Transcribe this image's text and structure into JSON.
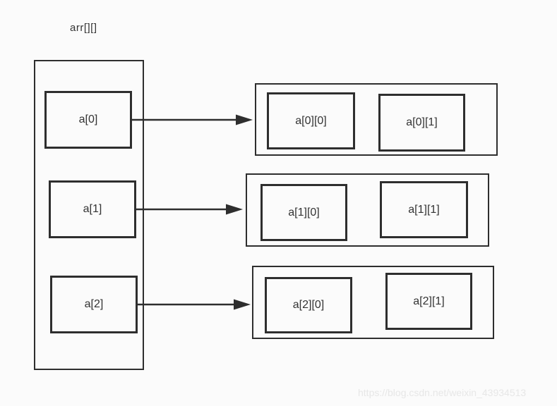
{
  "diagram": {
    "title": "arr[][]",
    "pointer_array": {
      "items": [
        {
          "label": "a[0]"
        },
        {
          "label": "a[1]"
        },
        {
          "label": "a[2]"
        }
      ]
    },
    "rows": [
      {
        "cells": [
          "a[0][0]",
          "a[0][1]"
        ]
      },
      {
        "cells": [
          "a[1][0]",
          "a[1][1]"
        ]
      },
      {
        "cells": [
          "a[2][0]",
          "a[2][1]"
        ]
      }
    ],
    "watermark": "https://blog.csdn.net/weixin_43934513",
    "colors": {
      "line": "#2e2e2e",
      "text": "#333333",
      "background": "#fbfbfb",
      "watermark": "#e7e7e7"
    }
  }
}
